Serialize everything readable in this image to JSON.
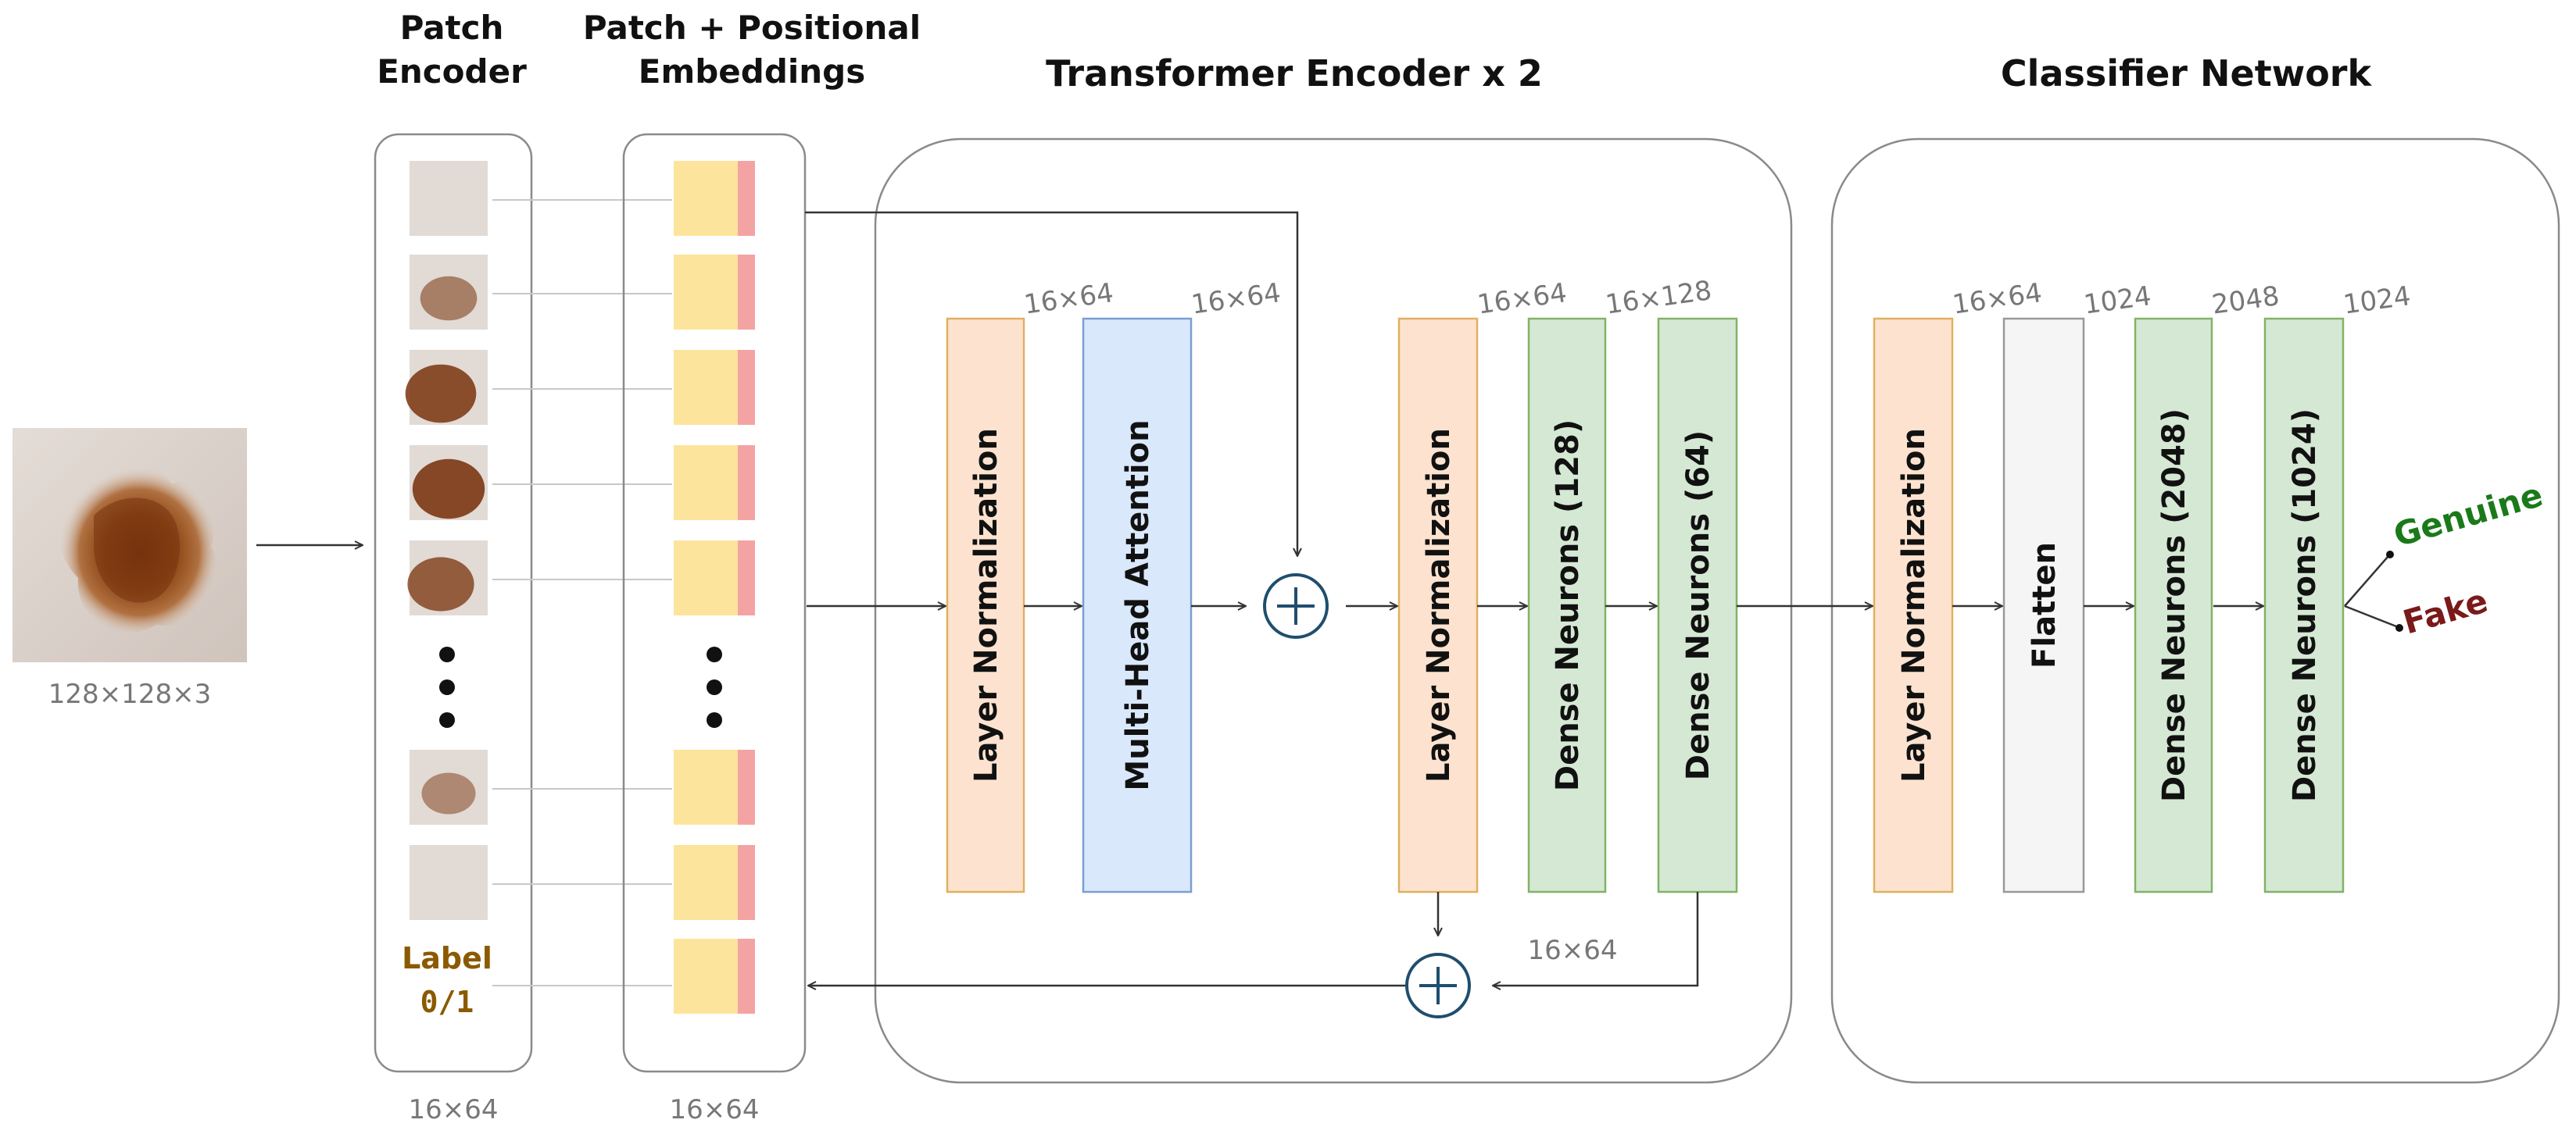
{
  "titles": {
    "patch_encoder": [
      "Patch",
      "Encoder"
    ],
    "embeddings": [
      "Patch + Positional",
      "Embeddings"
    ],
    "transformer": "Transformer Encoder x 2",
    "classifier": "Classifier Network"
  },
  "input": {
    "dims": "128×128×3"
  },
  "patch_encoder": {
    "label": [
      "Label",
      "0/1"
    ],
    "dims": "16×64",
    "patch_lesion_intensity": [
      0.0,
      0.35,
      0.85,
      0.9,
      0.7,
      0.25,
      0.0
    ]
  },
  "embeddings": {
    "dims": "16×64"
  },
  "transformer": {
    "blocks": [
      {
        "label": "Layer Normalization",
        "dim": "16×64",
        "kind": "norm"
      },
      {
        "label": "Multi-Head Attention",
        "dim": "16×64",
        "kind": "attention"
      },
      {
        "label": "Layer Normalization",
        "dim": "16×64",
        "kind": "norm"
      },
      {
        "label": "Dense Neurons (128)",
        "dim": "16×128",
        "kind": "dense"
      },
      {
        "label": "Dense Neurons (64)",
        "dim": "",
        "kind": "dense"
      }
    ],
    "residual_dim": "16×64"
  },
  "classifier": {
    "blocks": [
      {
        "label": "Layer Normalization",
        "dim": "16×64",
        "kind": "norm"
      },
      {
        "label": "Flatten",
        "dim": "1024",
        "kind": "flatten"
      },
      {
        "label": "Dense Neurons (2048)",
        "dim": "2048",
        "kind": "dense"
      },
      {
        "label": "Dense Neurons (1024)",
        "dim": "1024",
        "kind": "dense"
      }
    ],
    "outputs": [
      {
        "label": "Genuine",
        "color": "#1a7a1a"
      },
      {
        "label": "Fake",
        "color": "#7a1a1a"
      }
    ]
  },
  "colors": {
    "norm_fill": "#fde3cf",
    "norm_stroke": "#e0b060",
    "attention_fill": "#dae8fc",
    "attention_stroke": "#7b9fd0",
    "dense_fill": "#d5e8d4",
    "dense_stroke": "#82b366",
    "flatten_fill": "#f5f5f5",
    "flatten_stroke": "#999999",
    "embed_yellow": "#fde49c",
    "embed_pink": "#f4a3a3",
    "plus_stroke": "#1f4e6e",
    "label_brown": "#8b5a00"
  }
}
